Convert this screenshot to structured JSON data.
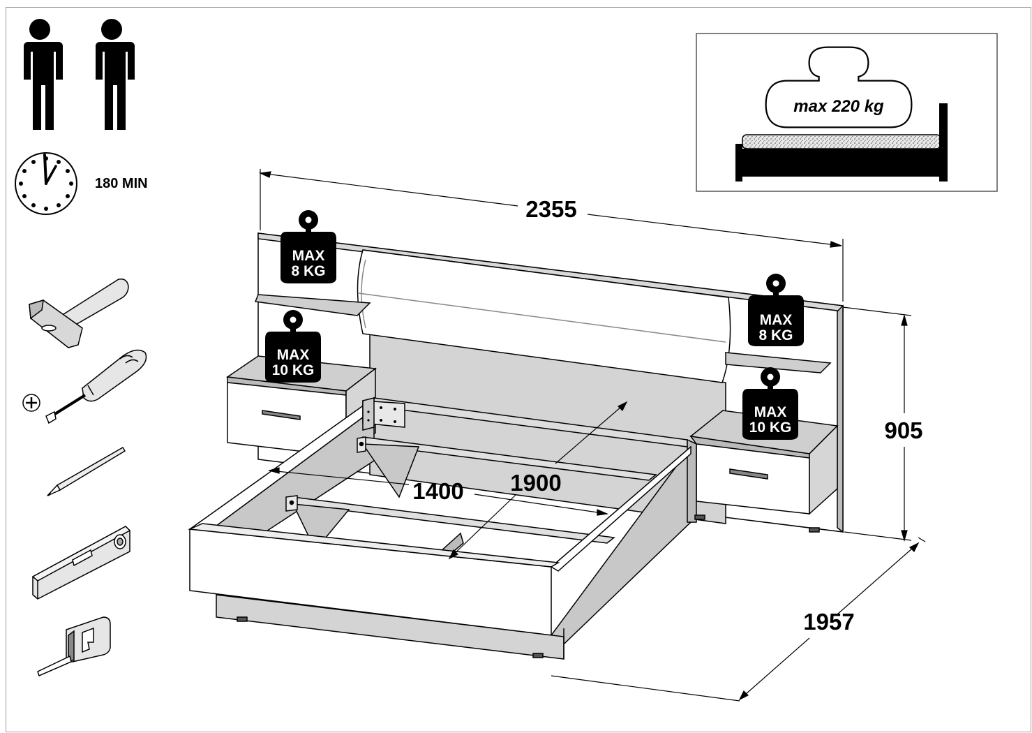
{
  "assembly": {
    "persons": 2,
    "time_label": "180 MIN"
  },
  "tools": [
    "hammer",
    "phillips-screwdriver",
    "pencil",
    "spirit-level",
    "tape-measure"
  ],
  "load_info": {
    "bed_max": "max 220 kg",
    "shelf_top_left": {
      "line1": "MAX",
      "line2": "8 KG"
    },
    "shelf_top_right": {
      "line1": "MAX",
      "line2": "8 KG"
    },
    "nightstand_left": {
      "line1": "MAX",
      "line2": "10 KG"
    },
    "nightstand_right": {
      "line1": "MAX",
      "line2": "10 KG"
    }
  },
  "dimensions": {
    "total_width": "2355",
    "height": "905",
    "depth": "1957",
    "inner_width": "1400",
    "inner_length": "1900"
  }
}
